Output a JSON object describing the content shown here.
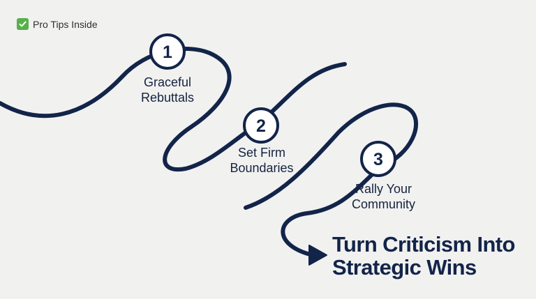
{
  "badge": {
    "icon": "check-mark-icon",
    "text": "Pro Tips Inside",
    "color": "#56b14a"
  },
  "steps": [
    {
      "number": "1",
      "label": "Graceful\nRebuttals"
    },
    {
      "number": "2",
      "label": "Set Firm\nBoundaries"
    },
    {
      "number": "3",
      "label": "Rally Your\nCommunity"
    }
  ],
  "headline": {
    "line1": "Turn Criticism Into",
    "line2": "Strategic Wins"
  },
  "colors": {
    "path": "#132449",
    "background": "#f1f1f0"
  }
}
